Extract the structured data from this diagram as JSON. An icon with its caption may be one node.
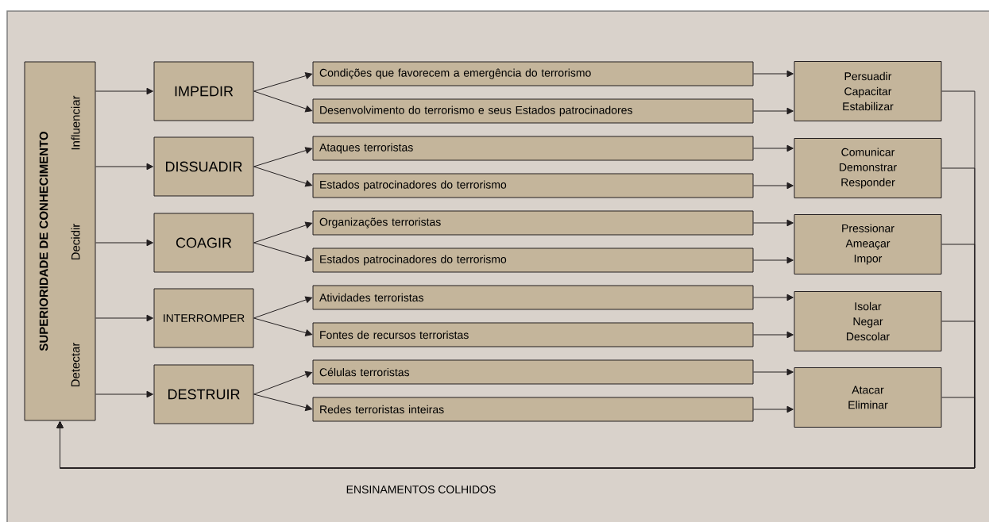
{
  "diagram": {
    "nodes": [
      {
        "text": [
          "SUPERIORIDADE DE CONHECIMENTO",
          "Influenciar",
          "Decidir",
          "Detectar"
        ]
      },
      {
        "text": [
          "IMPEDIR"
        ]
      },
      {
        "text": [
          "DISSUADIR"
        ]
      },
      {
        "text": [
          "COAGIR"
        ]
      },
      {
        "text": [
          "INTERROMPER"
        ]
      },
      {
        "text": [
          "DESTRUIR"
        ]
      },
      {
        "text": [
          "Condições que favorecem a emergência do terrorismo"
        ]
      },
      {
        "text": [
          "Desenvolvimento do terrorismo e seus Estados patrocinadores"
        ]
      },
      {
        "text": [
          "Ataques terroristas"
        ]
      },
      {
        "text": [
          "Estados patrocinadores do terrorismo"
        ]
      },
      {
        "text": [
          "Organizações terroristas"
        ]
      },
      {
        "text": [
          "Estados patrocinadores do terrorismo"
        ]
      },
      {
        "text": [
          "Atividades terroristas"
        ]
      },
      {
        "text": [
          "Fontes de recursos terroristas"
        ]
      },
      {
        "text": [
          "Células terroristas"
        ]
      },
      {
        "text": [
          "Redes terroristas inteiras"
        ]
      },
      {
        "text": [
          "Persuadir",
          "Capacitar",
          "Estabilizar"
        ]
      },
      {
        "text": [
          "Comunicar",
          "Demonstrar",
          "Responder"
        ]
      },
      {
        "text": [
          "Pressionar",
          "Ameaçar",
          "Impor"
        ]
      },
      {
        "text": [
          "Isolar",
          "Negar",
          "Descolar"
        ]
      },
      {
        "text": [
          "Atacar",
          "Eliminar"
        ]
      }
    ],
    "edges": [
      {
        "from": 0,
        "to": 1,
        "arrow": "to"
      },
      {
        "from": 0,
        "to": 2,
        "arrow": "to"
      },
      {
        "from": 0,
        "to": 3,
        "arrow": "to"
      },
      {
        "from": 0,
        "to": 4,
        "arrow": "to"
      },
      {
        "from": 0,
        "to": 5,
        "arrow": "to"
      },
      {
        "from": 1,
        "to": 6,
        "arrow": "to"
      },
      {
        "from": 1,
        "to": 7,
        "arrow": "to"
      },
      {
        "from": 2,
        "to": 8,
        "arrow": "to"
      },
      {
        "from": 2,
        "to": 9,
        "arrow": "to"
      },
      {
        "from": 3,
        "to": 10,
        "arrow": "to"
      },
      {
        "from": 3,
        "to": 11,
        "arrow": "to"
      },
      {
        "from": 4,
        "to": 12,
        "arrow": "to"
      },
      {
        "from": 4,
        "to": 13,
        "arrow": "to"
      },
      {
        "from": 5,
        "to": 14,
        "arrow": "to"
      },
      {
        "from": 5,
        "to": 15,
        "arrow": "to"
      },
      {
        "from": 6,
        "to": 16,
        "arrow": "to"
      },
      {
        "from": 7,
        "to": 16,
        "arrow": "to"
      },
      {
        "from": 8,
        "to": 17,
        "arrow": "to"
      },
      {
        "from": 9,
        "to": 17,
        "arrow": "to"
      },
      {
        "from": 10,
        "to": 18,
        "arrow": "to"
      },
      {
        "from": 11,
        "to": 18,
        "arrow": "to"
      },
      {
        "from": 12,
        "to": 19,
        "arrow": "to"
      },
      {
        "from": 13,
        "to": 19,
        "arrow": "to"
      },
      {
        "from": 14,
        "to": 20,
        "arrow": "to"
      },
      {
        "from": 15,
        "to": 20,
        "arrow": "to"
      },
      {
        "from": 16,
        "to": 0,
        "arrow": "to"
      },
      {
        "from": 17,
        "to": 0,
        "arrow": "to"
      },
      {
        "from": 18,
        "to": 0,
        "arrow": "to"
      },
      {
        "from": 19,
        "to": 0,
        "arrow": "to"
      },
      {
        "from": 20,
        "to": 0,
        "arrow": "to"
      }
    ],
    "labels": [
      "ENSINAMENTOS COLHIDOS"
    ]
  }
}
